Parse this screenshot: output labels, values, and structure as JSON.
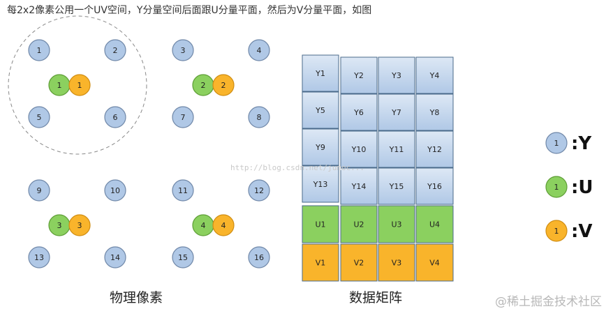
{
  "caption": "每2x2像素公用一个UV空间，Y分量空间后面跟U分量平面，然后为V分量平面，如图",
  "colors": {
    "y": "#b0c8e6",
    "y_stroke": "#6f87a8",
    "u": "#8bd05f",
    "u_stroke": "#5e9e36",
    "v": "#f9b42b",
    "v_stroke": "#d08d12",
    "cell_stroke": "#4a6a8a",
    "dash": "#888888"
  },
  "physical": {
    "title": "物理像素",
    "blocks": [
      {
        "y": [
          "1",
          "2",
          "5",
          "6"
        ],
        "u": "1",
        "v": "1"
      },
      {
        "y": [
          "3",
          "4",
          "7",
          "8"
        ],
        "u": "2",
        "v": "2"
      },
      {
        "y": [
          "9",
          "10",
          "13",
          "14"
        ],
        "u": "3",
        "v": "3"
      },
      {
        "y": [
          "11",
          "12",
          "15",
          "16"
        ],
        "u": "4",
        "v": "4"
      }
    ]
  },
  "matrix": {
    "title": "数据矩阵",
    "rows": [
      {
        "kind": "y",
        "cells": [
          "Y1",
          "Y2",
          "Y3",
          "Y4"
        ]
      },
      {
        "kind": "y",
        "cells": [
          "Y5",
          "Y6",
          "Y7",
          "Y8"
        ]
      },
      {
        "kind": "y",
        "cells": [
          "Y9",
          "Y10",
          "Y11",
          "Y12"
        ]
      },
      {
        "kind": "y",
        "cells": [
          "Y13",
          "Y14",
          "Y15",
          "Y16"
        ]
      },
      {
        "kind": "u",
        "cells": [
          "U1",
          "U2",
          "U3",
          "U4"
        ]
      },
      {
        "kind": "v",
        "cells": [
          "V1",
          "V2",
          "V3",
          "V4"
        ]
      }
    ]
  },
  "legend": [
    {
      "kind": "y",
      "symbol": "1",
      "label": ":Y"
    },
    {
      "kind": "u",
      "symbol": "1",
      "label": ":U"
    },
    {
      "kind": "v",
      "symbol": "1",
      "label": ":V"
    }
  ],
  "watermark_url": "http://blog.csdn.net/jumoc...",
  "watermark_brand": "@稀土掘金技术社区"
}
